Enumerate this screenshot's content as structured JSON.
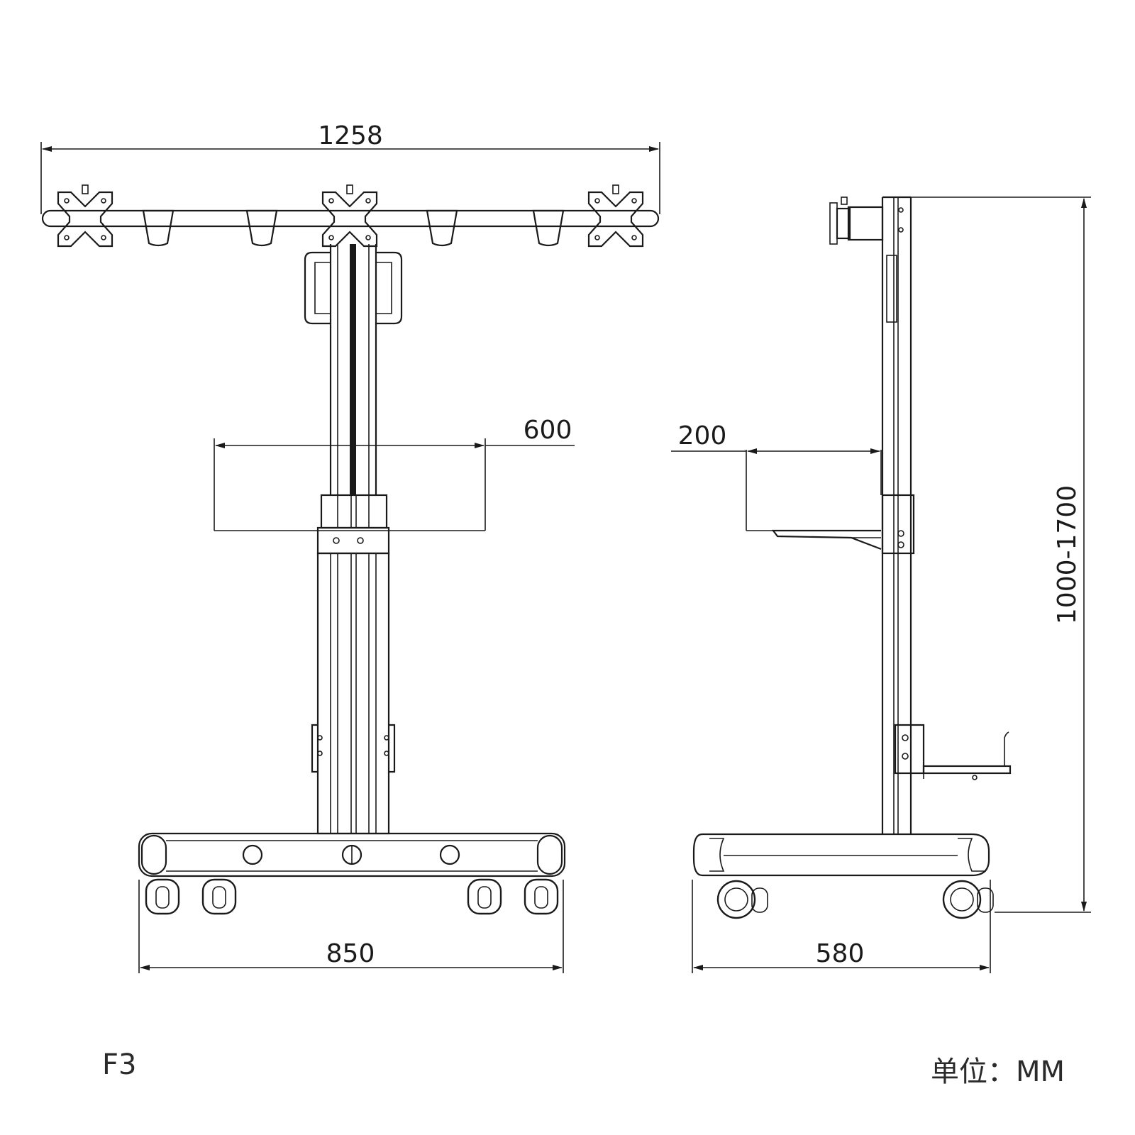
{
  "figure_label": "F3",
  "unit_label": "单位：MM",
  "colors": {
    "line": "#1a1a1a",
    "background": "#ffffff"
  },
  "front_view": {
    "dimensions": {
      "overall_width": "1258",
      "tray_width": "600",
      "base_width": "850"
    }
  },
  "side_view": {
    "dimensions": {
      "tray_depth": "200",
      "base_depth": "580",
      "height_range": "1000-1700"
    }
  }
}
